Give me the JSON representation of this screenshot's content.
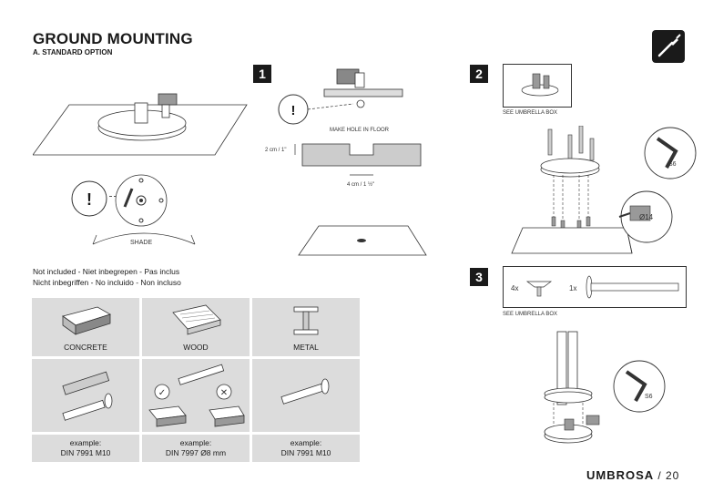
{
  "header": {
    "title": "GROUND MOUNTING",
    "subtitle": "A. STANDARD OPTION"
  },
  "left": {
    "shade_label": "SHADE",
    "note_line1": "Not included - Niet inbegrepen - Pas inclus",
    "note_line2": "Nicht inbegriffen - No incluido - Non incluso"
  },
  "table": {
    "materials": [
      {
        "label": "CONCRETE",
        "example_title": "example:",
        "example_value": "DIN 7991 M10"
      },
      {
        "label": "WOOD",
        "example_title": "example:",
        "example_value": "DIN 7997 Ø8 mm"
      },
      {
        "label": "METAL",
        "example_title": "example:",
        "example_value": "DIN 7991 M10"
      }
    ]
  },
  "steps": {
    "step1": {
      "number": "1",
      "hole_label": "MAKE HOLE IN FLOOR",
      "depth_label": "2 cm / 1\"",
      "width_label": "4 cm / 1 ½\""
    },
    "step2": {
      "number": "2",
      "see_box": "SEE UMBRELLA BOX",
      "hex_label": "S6",
      "drill_label": "Ø14"
    },
    "step3": {
      "number": "3",
      "qty1": "4x",
      "qty2": "1x",
      "see_box": "SEE UMBRELLA BOX",
      "hex_label": "S6"
    }
  },
  "footer": {
    "brand": "UMBROSA",
    "page": "/ 20"
  }
}
